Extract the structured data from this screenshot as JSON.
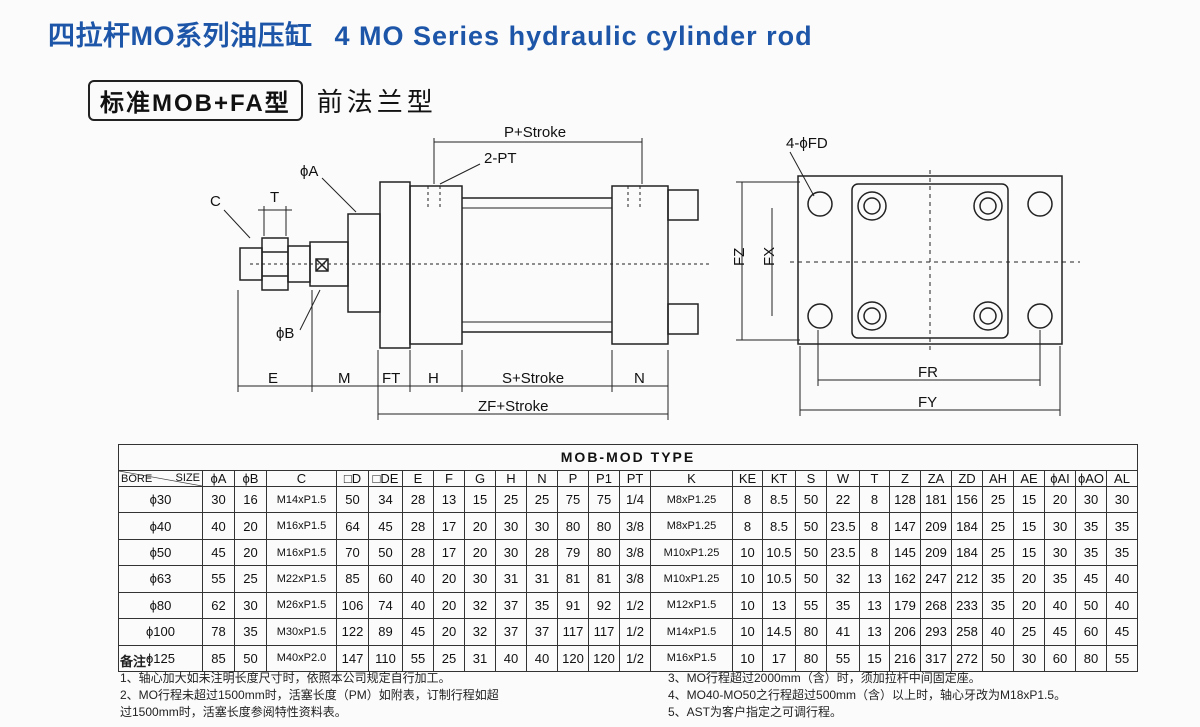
{
  "header": {
    "title_cn": "四拉杆MO系列油压缸",
    "title_en": "4 MO Series hydraulic cylinder rod"
  },
  "subtitle": {
    "model_box": "标准MOB+FA型",
    "model_desc": "前法兰型"
  },
  "drawing": {
    "labels": {
      "p_stroke": "P+Stroke",
      "pt": "2-PT",
      "phi_a": "ϕA",
      "c": "C",
      "t": "T",
      "phi_b": "ϕB",
      "e": "E",
      "m": "M",
      "ft": "FT",
      "h": "H",
      "s_stroke": "S+Stroke",
      "n": "N",
      "zf_stroke": "ZF+Stroke",
      "fd": "4-ϕFD",
      "fz": "FZ",
      "fx": "FX",
      "fr": "FR",
      "fy": "FY"
    }
  },
  "table": {
    "title": "MOB-MOD TYPE",
    "size_label": "SIZE",
    "bore_label": "BORE",
    "headers": [
      "ϕA",
      "ϕB",
      "C",
      "□D",
      "□DE",
      "E",
      "F",
      "G",
      "H",
      "N",
      "P",
      "P1",
      "PT",
      "K",
      "KE",
      "KT",
      "S",
      "W",
      "T",
      "Z",
      "ZA",
      "ZD",
      "AH",
      "AE",
      "ϕAI",
      "ϕAO",
      "AL"
    ],
    "rows": [
      [
        "ϕ30",
        "30",
        "16",
        "M14xP1.5",
        "50",
        "34",
        "28",
        "13",
        "15",
        "25",
        "25",
        "75",
        "75",
        "1/4",
        "M8xP1.25",
        "8",
        "8.5",
        "50",
        "22",
        "8",
        "128",
        "181",
        "156",
        "25",
        "15",
        "20",
        "30",
        "30"
      ],
      [
        "ϕ40",
        "40",
        "20",
        "M16xP1.5",
        "64",
        "45",
        "28",
        "17",
        "20",
        "30",
        "30",
        "80",
        "80",
        "3/8",
        "M8xP1.25",
        "8",
        "8.5",
        "50",
        "23.5",
        "8",
        "147",
        "209",
        "184",
        "25",
        "15",
        "30",
        "35",
        "35"
      ],
      [
        "ϕ50",
        "45",
        "20",
        "M16xP1.5",
        "70",
        "50",
        "28",
        "17",
        "20",
        "30",
        "28",
        "79",
        "80",
        "3/8",
        "M10xP1.25",
        "10",
        "10.5",
        "50",
        "23.5",
        "8",
        "145",
        "209",
        "184",
        "25",
        "15",
        "30",
        "35",
        "35"
      ],
      [
        "ϕ63",
        "55",
        "25",
        "M22xP1.5",
        "85",
        "60",
        "40",
        "20",
        "30",
        "31",
        "31",
        "81",
        "81",
        "3/8",
        "M10xP1.25",
        "10",
        "10.5",
        "50",
        "32",
        "13",
        "162",
        "247",
        "212",
        "35",
        "20",
        "35",
        "45",
        "40"
      ],
      [
        "ϕ80",
        "62",
        "30",
        "M26xP1.5",
        "106",
        "74",
        "40",
        "20",
        "32",
        "37",
        "35",
        "91",
        "92",
        "1/2",
        "M12xP1.5",
        "10",
        "13",
        "55",
        "35",
        "13",
        "179",
        "268",
        "233",
        "35",
        "20",
        "40",
        "50",
        "40"
      ],
      [
        "ϕ100",
        "78",
        "35",
        "M30xP1.5",
        "122",
        "89",
        "45",
        "20",
        "32",
        "37",
        "37",
        "117",
        "117",
        "1/2",
        "M14xP1.5",
        "10",
        "14.5",
        "80",
        "41",
        "13",
        "206",
        "293",
        "258",
        "40",
        "25",
        "45",
        "60",
        "45"
      ],
      [
        "ϕ125",
        "85",
        "50",
        "M40xP2.0",
        "147",
        "110",
        "55",
        "25",
        "31",
        "40",
        "40",
        "120",
        "120",
        "1/2",
        "M16xP1.5",
        "10",
        "17",
        "80",
        "55",
        "15",
        "216",
        "317",
        "272",
        "50",
        "30",
        "60",
        "80",
        "55"
      ]
    ]
  },
  "notes": {
    "heading": "备注：",
    "left": [
      "1、轴心加大如未注明长度尺寸时，依照本公司规定自行加工。",
      "2、MO行程未超过1500mm时，活塞长度（PM）如附表，订制行程如超",
      "过1500mm时，活塞长度参阅特性资料表。"
    ],
    "right": [
      "3、MO行程超过2000mm（含）时，须加拉杆中间固定座。",
      "4、MO40-MO50之行程超过500mm（含）以上时，轴心牙改为M18xP1.5。",
      "5、AST为客户指定之可调行程。"
    ]
  }
}
